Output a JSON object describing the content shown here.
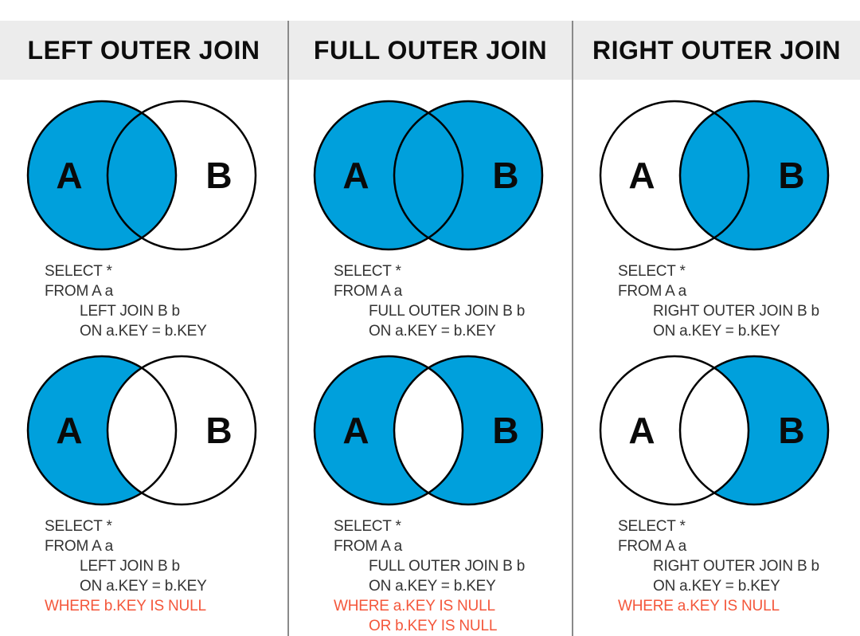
{
  "colors": {
    "circle_fill": "#00A0DC",
    "where_clause": "#F4573B",
    "header_bg": "#ECECEC",
    "divider": "#8A8A8A",
    "sql_text": "#333333"
  },
  "columns": [
    {
      "title": "LEFT OUTER JOIN",
      "venn_top": {
        "label_a": "A",
        "label_b": "B",
        "shaded_region": "circle A including intersection"
      },
      "sql_top": {
        "lines": [
          "SELECT *",
          "FROM A a",
          "LEFT JOIN B b",
          "ON a.KEY = b.KEY"
        ]
      },
      "venn_bottom": {
        "label_a": "A",
        "label_b": "B",
        "shaded_region": "circle A excluding intersection"
      },
      "sql_bottom": {
        "lines": [
          "SELECT *",
          "FROM A a",
          "LEFT JOIN B b",
          "ON a.KEY = b.KEY",
          "WHERE b.KEY IS NULL"
        ]
      }
    },
    {
      "title": "FULL OUTER JOIN",
      "venn_top": {
        "label_a": "A",
        "label_b": "B",
        "shaded_region": "both circles including intersection"
      },
      "sql_top": {
        "lines": [
          "SELECT *",
          "FROM A a",
          "FULL OUTER JOIN B b",
          "ON a.KEY = b.KEY"
        ]
      },
      "venn_bottom": {
        "label_a": "A",
        "label_b": "B",
        "shaded_region": "both circles excluding intersection"
      },
      "sql_bottom": {
        "lines": [
          "SELECT *",
          "FROM A a",
          "FULL OUTER JOIN B b",
          "ON a.KEY = b.KEY",
          "WHERE a.KEY IS NULL",
          "OR b.KEY IS NULL"
        ]
      }
    },
    {
      "title": "RIGHT OUTER JOIN",
      "venn_top": {
        "label_a": "A",
        "label_b": "B",
        "shaded_region": "circle B including intersection"
      },
      "sql_top": {
        "lines": [
          "SELECT *",
          "FROM A a",
          "RIGHT OUTER JOIN B b",
          "ON a.KEY = b.KEY"
        ]
      },
      "venn_bottom": {
        "label_a": "A",
        "label_b": "B",
        "shaded_region": "circle B excluding intersection"
      },
      "sql_bottom": {
        "lines": [
          "SELECT *",
          "FROM A a",
          "RIGHT OUTER JOIN B b",
          "ON a.KEY = b.KEY",
          "WHERE a.KEY IS NULL"
        ]
      }
    }
  ]
}
